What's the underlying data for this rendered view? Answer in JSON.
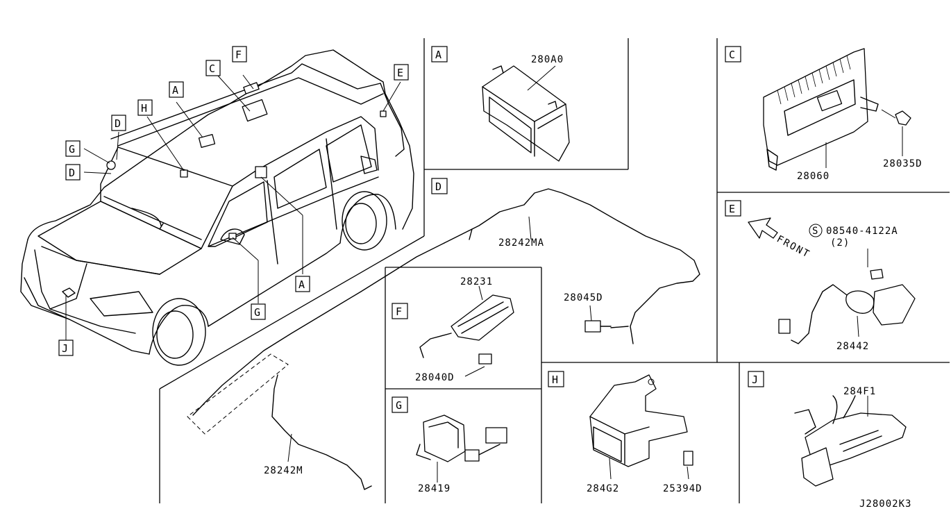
{
  "callouts": {
    "A": "A",
    "C": "C",
    "D": "D",
    "E": "E",
    "F": "F",
    "G": "G",
    "H": "H",
    "J": "J"
  },
  "parts": {
    "p280A0": "280A0",
    "p28060": "28060",
    "p28035D": "28035D",
    "p28242MA": "28242MA",
    "p28045D": "28045D",
    "p28231": "28231",
    "p28040D": "28040D",
    "p08540": "08540-4122A",
    "p08540_qty": "(2)",
    "s_mark": "S",
    "p28442": "28442",
    "p28419": "28419",
    "p28242M": "28242M",
    "p284G2": "284G2",
    "p25394D": "25394D",
    "p284F1": "284F1"
  },
  "front_label": "FRONT",
  "diagram_code": "J28002K3"
}
